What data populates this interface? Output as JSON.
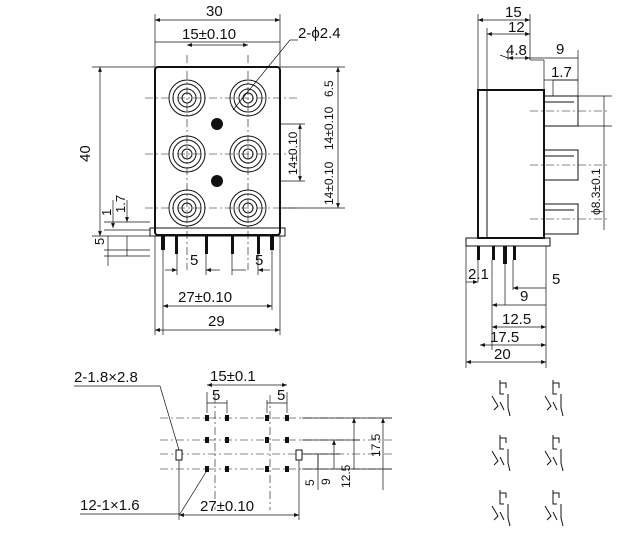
{
  "front": {
    "width_label": "30",
    "pitch_label": "15±0.10",
    "hole_label": "2-ϕ2.4",
    "height_label": "40",
    "right_top_label": "6.5",
    "right_mid1_label": "14±0.10",
    "right_mid2_label": "14±0.10",
    "right_bot_label": "14±0.10",
    "left_17_label": "1.7",
    "left_1_label": "1",
    "left_5_label": "5",
    "pin_5a_label": "5",
    "pin_5b_label": "5",
    "pin_span_label": "27±0.10",
    "base_label": "29"
  },
  "side": {
    "top_15_label": "15",
    "top_12_label": "12",
    "top_48_label": "4.8",
    "top_9_label": "9",
    "top_17_label": "1.7",
    "jack_dia_label": "ϕ8.3±0.1",
    "b_21_label": "2.1",
    "b_5_label": "5",
    "b_9_label": "9",
    "b_125_label": "12.5",
    "b_175_label": "17.5",
    "b_20_label": "20"
  },
  "footprint": {
    "slot_label": "2-1.8×2.8",
    "pitch_label": "15±0.1",
    "pad_5a_label": "5",
    "pad_5b_label": "5",
    "r_5_label": "5",
    "r_9_label": "9",
    "r_125_label": "12.5",
    "r_175_label": "17.5",
    "pads_label": "12-1×1.6",
    "span_label": "27±0.10"
  }
}
